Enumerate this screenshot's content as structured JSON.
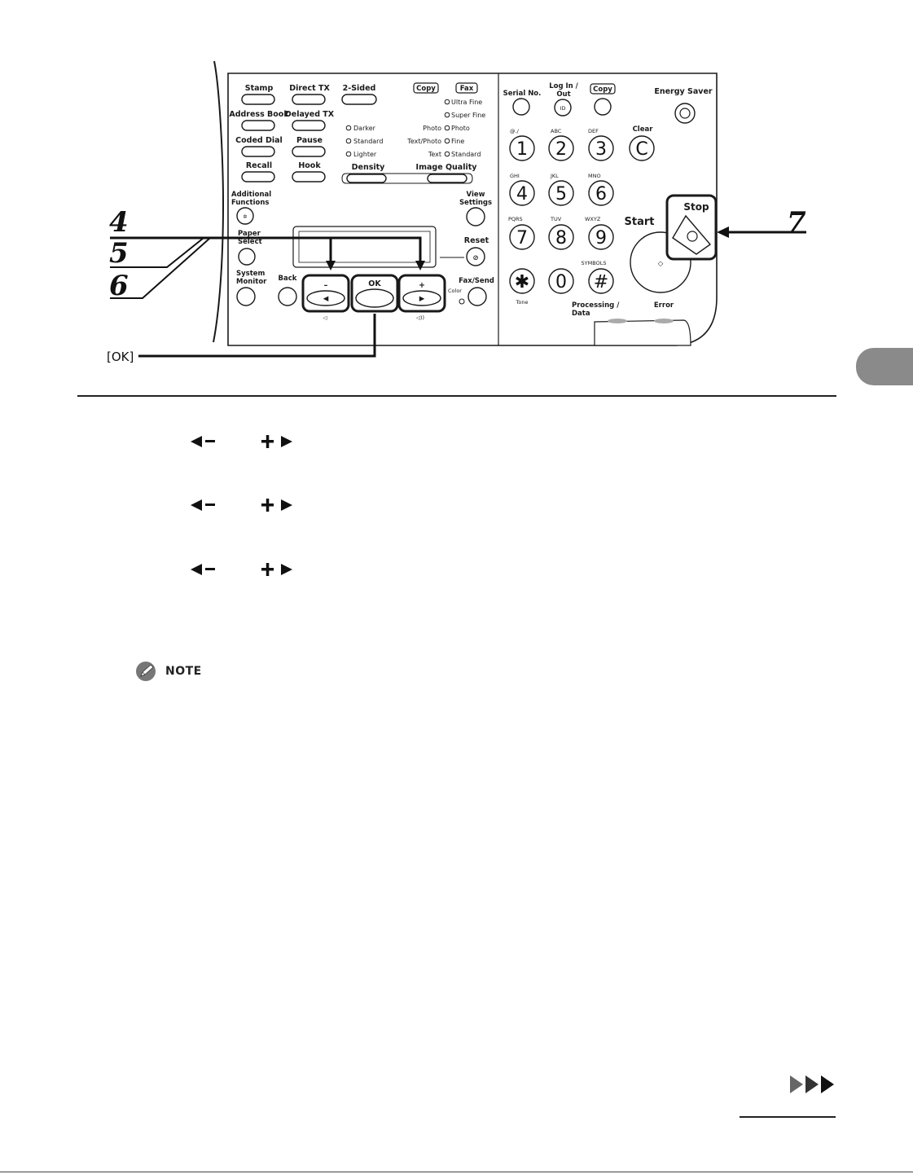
{
  "panel": {
    "row1": {
      "stamp": "Stamp",
      "direct_tx": "Direct TX",
      "two_sided": "2-Sided"
    },
    "row2": {
      "address_book": "Address Book",
      "delayed_tx": "Delayed TX"
    },
    "row3": {
      "coded_dial": "Coded Dial",
      "pause": "Pause"
    },
    "row4": {
      "recall": "Recall",
      "hook": "Hook"
    },
    "density_leds": [
      "Darker",
      "Standard",
      "Lighter"
    ],
    "density_label": "Density",
    "copy_tag": "Copy",
    "fax_tag": "Fax",
    "quality_fax_leds": [
      "Ultra Fine",
      "Super Fine",
      "Photo",
      "Fine",
      "Standard"
    ],
    "quality_copy_labels": [
      "Photo",
      "Text/Photo",
      "Text"
    ],
    "image_quality_label": "Image Quality",
    "additional_functions": "Additional\nFunctions",
    "view_settings": "View\nSettings",
    "paper_select": "Paper",
    "paper_select_2": "Select",
    "reset": "Reset",
    "system_monitor": "System\nMonitor",
    "back": "Back",
    "ok": "OK",
    "minus": "–",
    "plus": "+",
    "fax_send": "Fax/Send",
    "color": "Color",
    "serial_no": "Serial No.",
    "log_in_out": "Log In /\nOut",
    "id_key": "ID",
    "copy_key_tag": "Copy",
    "energy_saver": "Energy Saver",
    "clear": "Clear",
    "clear_key": "C",
    "start": "Start",
    "stop": "Stop",
    "tone": "Tone",
    "symbols": "SYMBOLS",
    "processing_data": "Processing /\nData",
    "error": "Error",
    "keys": [
      {
        "digit": "1",
        "sub": "@./"
      },
      {
        "digit": "2",
        "sub": "ABC"
      },
      {
        "digit": "3",
        "sub": "DEF"
      },
      {
        "digit": "4",
        "sub": "GHI"
      },
      {
        "digit": "5",
        "sub": "JKL"
      },
      {
        "digit": "6",
        "sub": "MNO"
      },
      {
        "digit": "7",
        "sub": "PQRS"
      },
      {
        "digit": "8",
        "sub": "TUV"
      },
      {
        "digit": "9",
        "sub": "WXYZ"
      },
      {
        "digit": "0",
        "sub": ""
      }
    ],
    "star": "✱",
    "hash": "#"
  },
  "callouts": {
    "step4": "4",
    "step5": "5",
    "step6": "6",
    "step7": "7",
    "ok_label": "[OK]"
  },
  "note": {
    "label": "NOTE"
  },
  "colors": {
    "ink": "#1a1a1a",
    "tab_gray": "#8a8a8a",
    "panel_fill": "#ffffff"
  }
}
